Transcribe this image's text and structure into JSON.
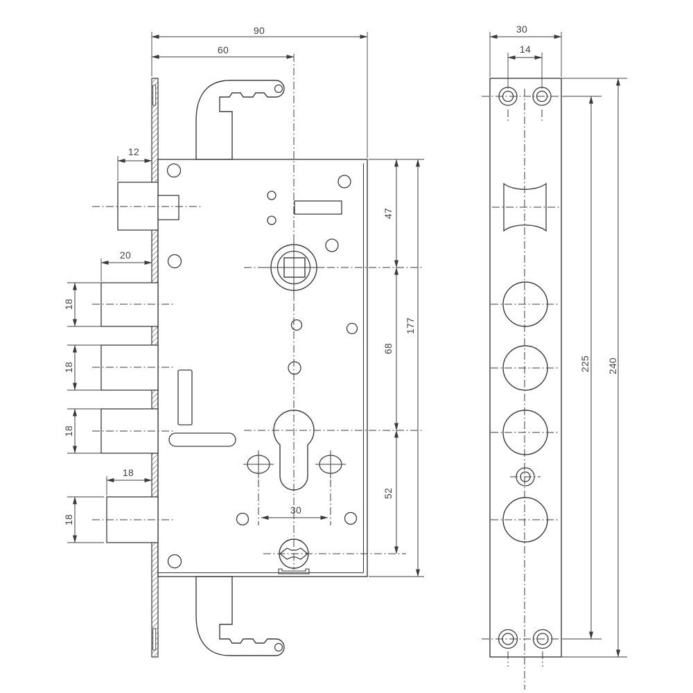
{
  "drawing": {
    "type": "technical-dimension-drawing",
    "subject": "mortise multi-point door lock: lock case side view (left) and faceplate front view (right)",
    "background": "#ffffff",
    "line_color": "#3a3a3a",
    "dims": {
      "d90": "90",
      "d60": "60",
      "d12": "12",
      "d20": "20",
      "d18r1": "18",
      "d18r2": "18",
      "d18r3": "18",
      "d18w": "18",
      "d18r4": "18",
      "d47": "47",
      "d68": "68",
      "d52": "52",
      "d177": "177",
      "d30": "30",
      "f30": "30",
      "f14": "14",
      "f225": "225",
      "f240": "240"
    },
    "features": {
      "left_view": [
        "top-hook-bolt",
        "latch-bolt",
        "three-deadbolts",
        "bottom-bolt",
        "bottom-hook-bolt",
        "spindle-hub-square",
        "euro-cylinder-hole",
        "oval-fixing-holes",
        "adjuster-screw",
        "hatched-faceplate-edge"
      ],
      "right_view": [
        "two-top-screw-holes",
        "latch-opening",
        "four-bolt-holes",
        "cylinder-screw-hole",
        "two-bottom-screw-holes"
      ]
    }
  }
}
